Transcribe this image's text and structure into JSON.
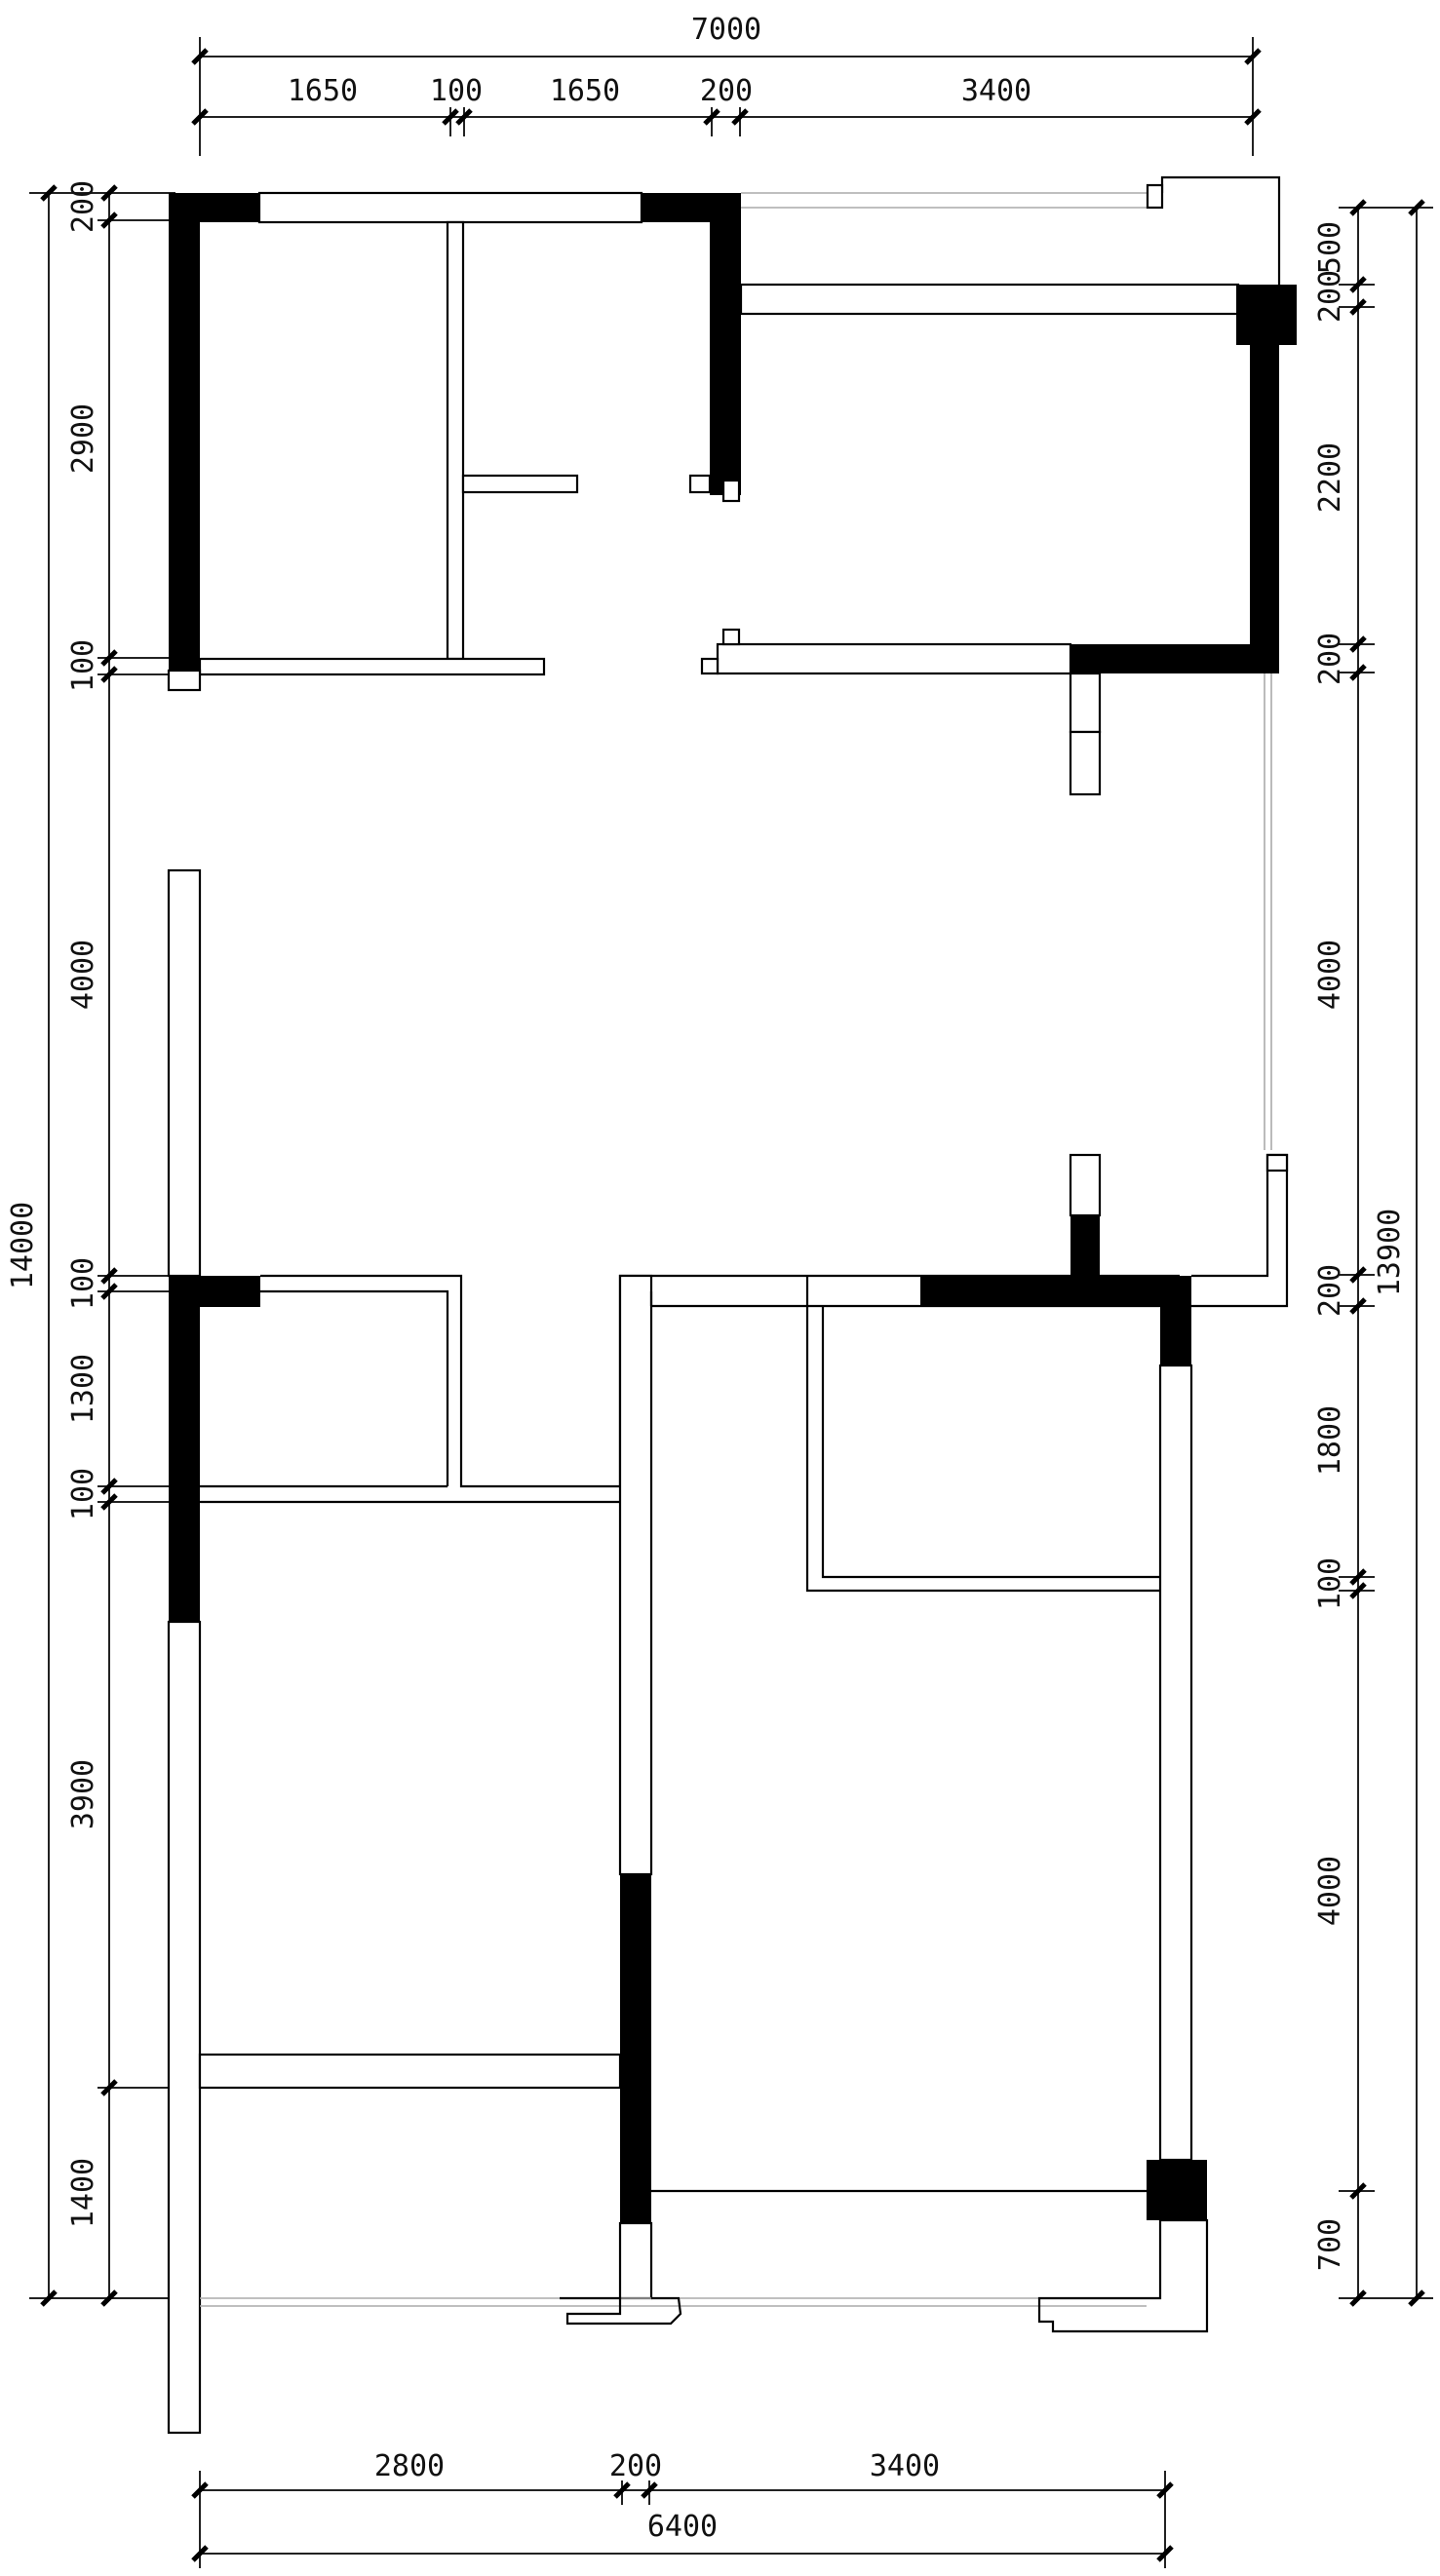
{
  "drawing": {
    "type": "floor plan",
    "line_color": "#000000",
    "solid_wall_color": "#000000",
    "background": "#ffffff"
  },
  "dimensions": {
    "top_total": "7000",
    "top_segments": [
      "1650",
      "100",
      "1650",
      "200",
      "3400"
    ],
    "bottom_segments": [
      "2800",
      "200",
      "3400"
    ],
    "bottom_total": "6400",
    "left_total": "14000",
    "left_segments": [
      "200",
      "2900",
      "100",
      "4000",
      "100",
      "1300",
      "100",
      "3900",
      "1400"
    ],
    "right_total": "13900",
    "right_segments": [
      "500",
      "200",
      "2200",
      "200",
      "4000",
      "200",
      "1800",
      "100",
      "4000",
      "700"
    ]
  }
}
